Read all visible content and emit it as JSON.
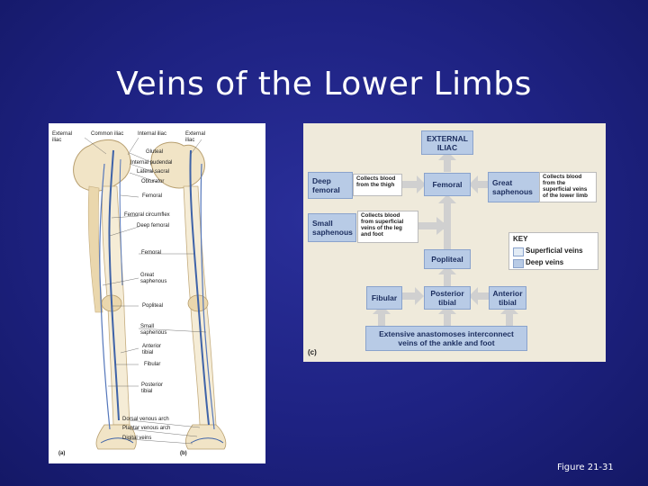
{
  "slide": {
    "title": "Veins of the Lower Limbs",
    "figure_ref": "Figure 21-31"
  },
  "panel_ab": {
    "label_a": "(a)",
    "label_b": "(b)",
    "labels": [
      "External\niliac",
      "Common iliac",
      "Internal iliac",
      "External\niliac",
      "Gluteal",
      "Internal pudendal",
      "Lateral sacral",
      "Obturator",
      "Femoral",
      "Femoral circumflex",
      "Deep femoral",
      "Femoral",
      "Great\nsaphenous",
      "Popliteal",
      "Small\nsaphenous",
      "Anterior\ntibial",
      "Fibular",
      "Posterior\ntibial",
      "Dorsal venous arch",
      "Plantar venous arch",
      "Digital veins"
    ]
  },
  "panel_c": {
    "label": "(c)",
    "boxes": {
      "external_iliac": "EXTERNAL\nILIAC",
      "deep_femoral": "Deep\nfemoral",
      "femoral": "Femoral",
      "great_saphenous": "Great\nsaphenous",
      "small_saphenous": "Small\nsaphenous",
      "popliteal": "Popliteal",
      "fibular": "Fibular",
      "posterior_tibial": "Posterior\ntibial",
      "anterior_tibial": "Anterior\ntibial",
      "anastomoses": "Extensive anastomoses interconnect\nveins of the ankle and foot"
    },
    "notes": {
      "thigh": "Collects blood\nfrom the thigh",
      "great_saph": "Collects blood\nfrom the\nsuperficial veins\nof the lower limb",
      "small_saph": "Collects blood\nfrom superficial\nveins of the leg\nand foot"
    },
    "key": {
      "title": "KEY",
      "superficial": "Superficial veins",
      "deep": "Deep veins"
    }
  },
  "colors": {
    "background": "#1e2282",
    "deep_vein": "#b8cbe6",
    "superficial_vein": "#e2ebf5",
    "vein_line": "#3f63a8"
  }
}
